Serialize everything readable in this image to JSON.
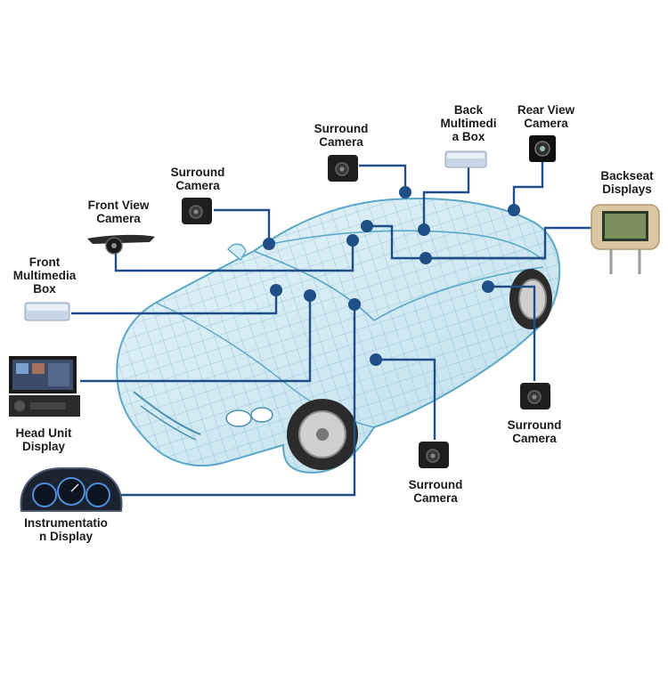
{
  "diagram": {
    "colors": {
      "connector": "#1f4f86",
      "node": "#1f4f86",
      "car_wire": "#5aa7c7",
      "car_fill": "#cfe8f2",
      "label": "#1b1b1b"
    },
    "components": [
      {
        "id": "surround-camera-top",
        "label": "Surround\nCamera",
        "icon": "camera-icon"
      },
      {
        "id": "back-multimedia-box",
        "label": "Back\nMultimedi\na Box",
        "icon": "multimedia-box-icon"
      },
      {
        "id": "rear-view-camera",
        "label": "Rear View\nCamera",
        "icon": "rear-camera-icon"
      },
      {
        "id": "surround-camera-left",
        "label": "Surround\nCamera",
        "icon": "camera-icon"
      },
      {
        "id": "backseat-displays",
        "label": "Backseat\nDisplays",
        "icon": "headrest-display-icon"
      },
      {
        "id": "front-view-camera",
        "label": "Front View\nCamera",
        "icon": "front-camera-icon"
      },
      {
        "id": "front-multimedia-box",
        "label": "Front\nMultimedia\nBox",
        "icon": "multimedia-box-icon"
      },
      {
        "id": "head-unit-display",
        "label": "Head Unit\nDisplay",
        "icon": "head-unit-icon"
      },
      {
        "id": "surround-camera-right",
        "label": "Surround\nCamera",
        "icon": "camera-icon"
      },
      {
        "id": "surround-camera-bottom",
        "label": "Surround\nCamera",
        "icon": "camera-icon"
      },
      {
        "id": "instrumentation-display",
        "label": "Instrumentatio\nn Display",
        "icon": "instrument-cluster-icon"
      }
    ]
  }
}
